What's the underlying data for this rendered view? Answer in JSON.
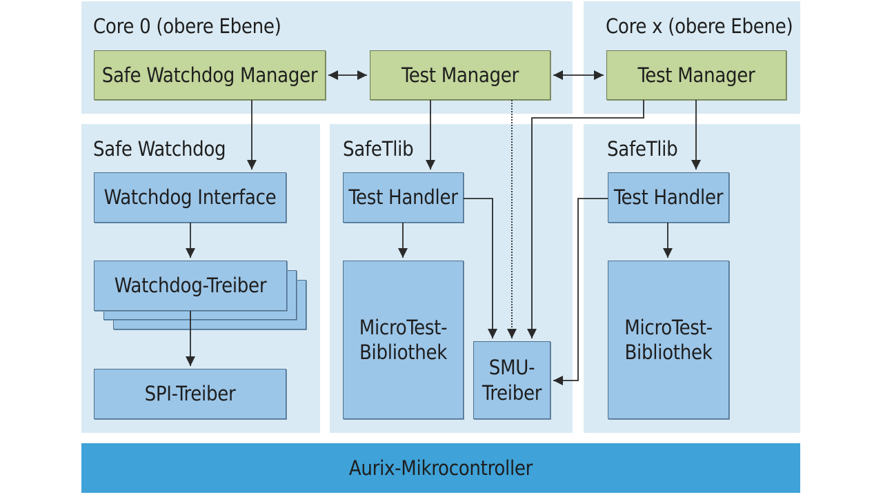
{
  "regions": {
    "core0": "Core 0 (obere Ebene)",
    "corex": "Core x (obere Ebene)",
    "safe_watchdog": "Safe Watchdog",
    "safetlib_left": "SafeTlib",
    "safetlib_right": "SafeTlib"
  },
  "boxes": {
    "safe_watchdog_manager": "Safe Watchdog Manager",
    "test_manager_core0": "Test Manager",
    "test_manager_corex": "Test Manager",
    "watchdog_interface": "Watchdog Interface",
    "watchdog_treiber": "Watchdog-Treiber",
    "spi_treiber": "SPI-Treiber",
    "test_handler_left": "Test Handler",
    "microtest_left": "MicroTest-\nBibliothek",
    "smu_treiber": "SMU-\nTreiber",
    "test_handler_right": "Test Handler",
    "microtest_right": "MicroTest-\nBibliothek"
  },
  "bottom_bar": "Aurix-Mikrocontroller",
  "colors": {
    "region_background": "#d9eaf4",
    "upper_layer_box": "#c3d69b",
    "lower_layer_box": "#9cc6e8",
    "microcontroller_bar": "#3fa2d8",
    "connector": "#2a2a2a"
  }
}
